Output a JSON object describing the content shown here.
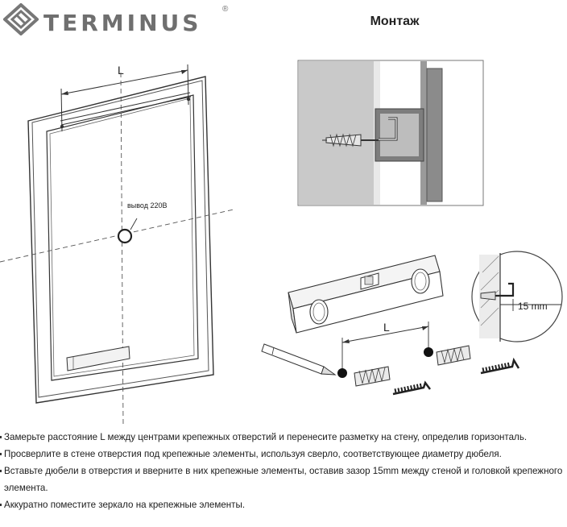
{
  "brand": {
    "name": "TERMINUS",
    "registered_mark": "®"
  },
  "page_title": "Монтаж",
  "diagrams": {
    "mirror": {
      "dimension_label": "L",
      "outlet_label": "вывод 220В"
    },
    "level": {
      "dimension_label": "L"
    },
    "gap": {
      "gap_label": "15 mm"
    }
  },
  "instructions": [
    "Замерьте расстояние L между центрами крепежных отверстий и перенесите разметку на стену, определив горизонталь.",
    "Просверлите в стене отверстия под крепежные элементы, используя сверло, соответствующее диаметру дюбеля.",
    "Вставьте дюбели в отверстия и вверните в них крепежные элементы, оставив зазор 15mm между стеной и головкой крепежного элемента.",
    "Аккуратно поместите зеркало на крепежные элементы."
  ]
}
